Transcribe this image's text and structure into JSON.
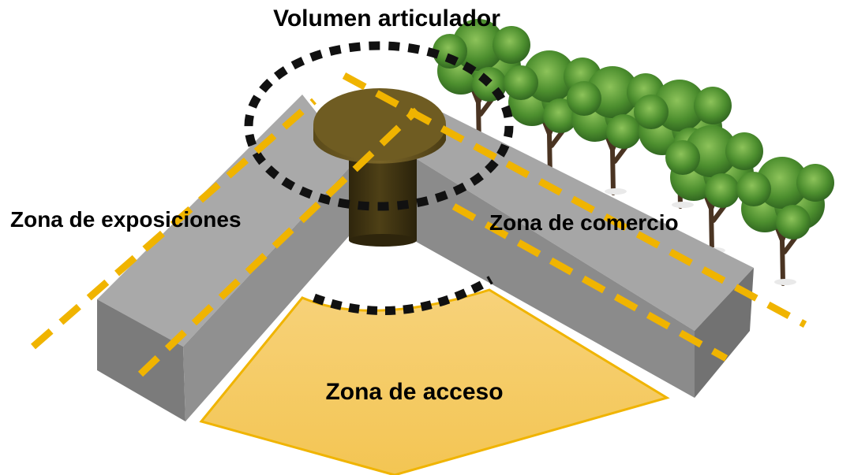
{
  "labels": {
    "articulating_volume": "Volumen articulador",
    "exhibition_zone": "Zona de exposiciones",
    "commerce_zone": "Zona de comercio",
    "access_zone": "Zona de acceso"
  },
  "colors": {
    "axis_dash": "#F0B400",
    "circle_dash": "#111111",
    "access_fill": "#F6CF6A",
    "access_stroke": "#F0B400",
    "wing_top": "#A8A8A8",
    "wing_front": "#8E8E8E",
    "wing_side": "#7A7A7A",
    "cylinder_top": "#6D5A21",
    "cylinder_body": "#3F3312",
    "tree_foliage": "#3F7F2A",
    "tree_trunk": "#4A3422"
  }
}
